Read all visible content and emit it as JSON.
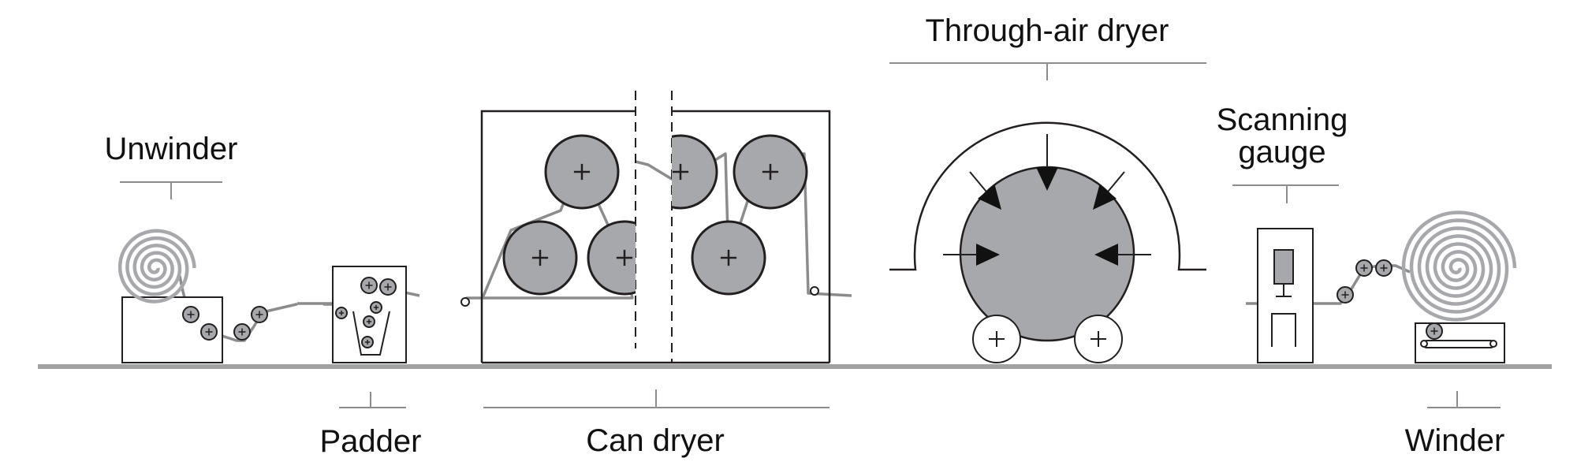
{
  "labels": {
    "unwinder": "Unwinder",
    "padder": "Padder",
    "can_dryer": "Can dryer",
    "through_air_dryer": "Through-air dryer",
    "scanning_gauge_line1": "Scanning",
    "scanning_gauge_line2": "gauge",
    "winder": "Winder"
  },
  "colors": {
    "roll_fill": "#a6a8ab",
    "outline": "#231f20",
    "web": "#8a8c8e",
    "leader": "#8a8c8e",
    "floor": "#a0a2a4"
  }
}
